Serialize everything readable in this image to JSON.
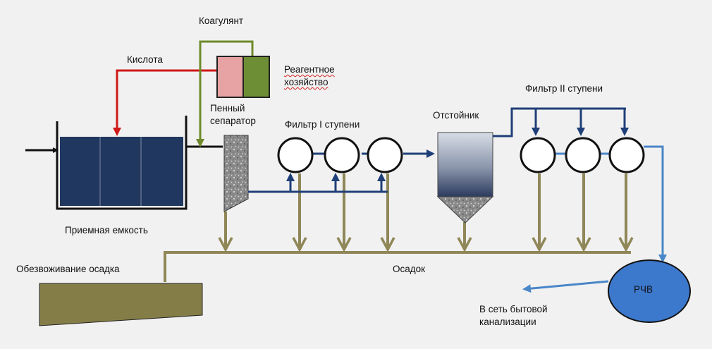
{
  "labels": {
    "coagulant": "Коагулянт",
    "acid": "Кислота",
    "reagent_facility": "Реагентное\nхозяйство",
    "foam_separator": "Пенный\nсепаратор",
    "filter_stage1": "Фильтр I ступени",
    "settler": "Отстойник",
    "filter_stage2": "Фильтр II ступени",
    "receiving_tank": "Приемная емкость",
    "sludge_dewatering": "Обезвоживание осадка",
    "sludge": "Осадок",
    "rchv": "РЧВ",
    "to_sewer": "В сеть бытовой\nканализации"
  },
  "colors": {
    "acid_line": "#d01818",
    "coagulant_line": "#6e8a2a",
    "water_line": "#1f3f78",
    "clean_water_line": "#4a86c8",
    "sludge_line": "#8f8758",
    "tank_fill": "#203860",
    "reagent_pink": "#e7a3a3",
    "reagent_green": "#6e8e36",
    "rchv_fill": "#3c78cc",
    "dewatering_fill": "#857d47",
    "background": "#f1f1f1"
  }
}
